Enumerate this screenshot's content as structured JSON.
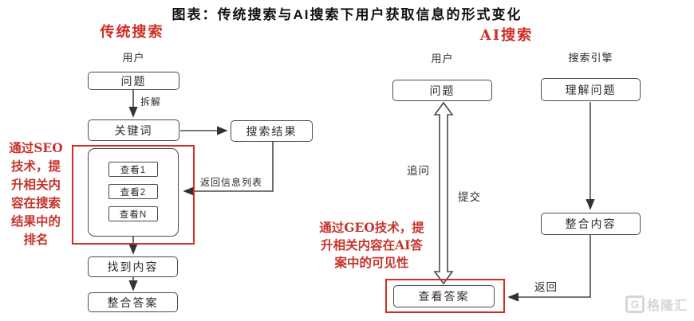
{
  "title": "图表：传统搜索与AI搜索下用户获取信息的形式变化",
  "traditional": {
    "header": "传统搜索",
    "actor": "用户",
    "nodes": {
      "question": "问题",
      "keyword": "关键词",
      "search_results": "搜索结果",
      "view1": "查看1",
      "view2": "查看2",
      "viewN": "查看N",
      "found_content": "找到内容",
      "combine_answer": "整合答案"
    },
    "edge_labels": {
      "decompose": "拆解",
      "return_list": "返回信息列表"
    },
    "note": "通过SEO\n技术，提\n升相关内\n容在搜索\n结果中的\n排名"
  },
  "ai": {
    "header": "AI搜索",
    "actor_user": "用户",
    "actor_engine": "搜索引擎",
    "nodes": {
      "question": "问题",
      "understand_question": "理解问题",
      "combine_content": "整合内容",
      "view_answer": "查看答案"
    },
    "edge_labels": {
      "follow_up": "追问",
      "submit": "提交",
      "return": "返回"
    },
    "note": "通过GEO技术，提\n升相关内容在AI答\n案中的可见性"
  },
  "watermark": {
    "logo_letter": "G",
    "text": "格隆汇"
  },
  "colors": {
    "accent_red": "#cf2e24",
    "border_gray": "#4a4a4a",
    "arrow_black": "#333333"
  }
}
